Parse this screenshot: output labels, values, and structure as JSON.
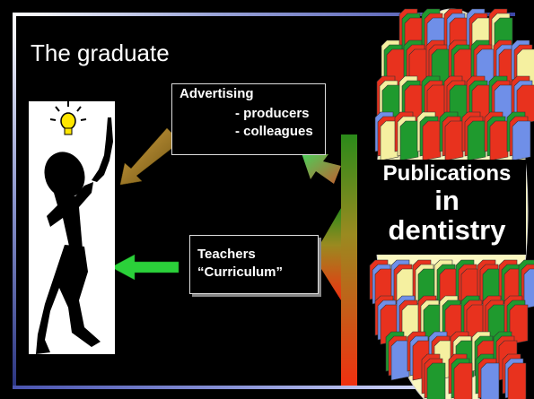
{
  "title": "The graduate",
  "advertising_box": {
    "heading": "Advertising",
    "line1": "- producers",
    "line2": "- colleagues"
  },
  "teachers_box": {
    "line1": "Teachers",
    "line2": "“Curriculum”"
  },
  "publications": {
    "line1": "Publications",
    "line2": "in",
    "line3": "dentistry"
  },
  "colors": {
    "background": "#000000",
    "book_red": "#e8321e",
    "book_green": "#1f9a2e",
    "book_yellow": "#f5f0a0",
    "book_blue": "#6f8fe8",
    "arrow_green": "#2bd13a",
    "arrow_gold": "#c8a030"
  },
  "icons": {
    "graduate": "stick-figure-with-lightbulb",
    "books": "book-stack"
  }
}
